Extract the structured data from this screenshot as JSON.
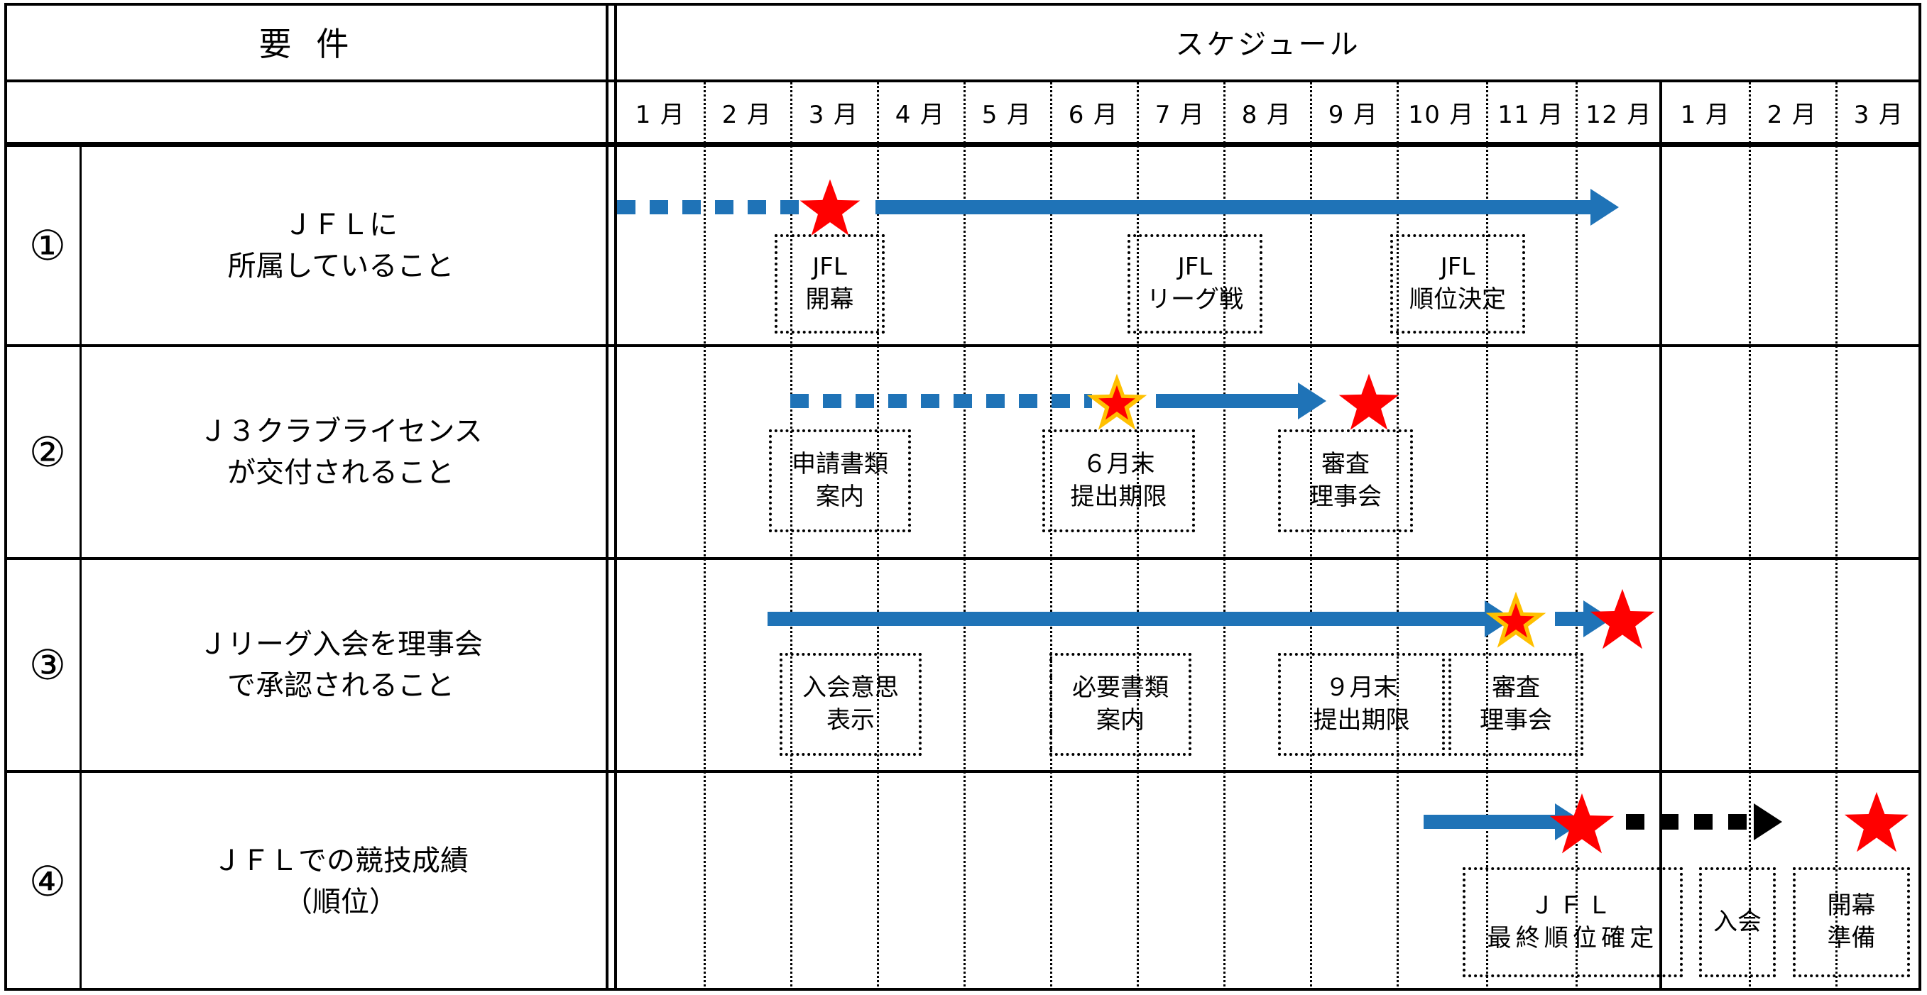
{
  "header": {
    "requirement_title": "要  件",
    "schedule_title": "スケジュール"
  },
  "months": [
    {
      "label": "1 月",
      "year": 1
    },
    {
      "label": "2 月",
      "year": 1
    },
    {
      "label": "3 月",
      "year": 1
    },
    {
      "label": "4 月",
      "year": 1
    },
    {
      "label": "5 月",
      "year": 1
    },
    {
      "label": "6 月",
      "year": 1
    },
    {
      "label": "7 月",
      "year": 1
    },
    {
      "label": "8 月",
      "year": 1
    },
    {
      "label": "9 月",
      "year": 1
    },
    {
      "label": "10 月",
      "year": 1
    },
    {
      "label": "11 月",
      "year": 1
    },
    {
      "label": "12 月",
      "year": 1
    },
    {
      "label": "1 月",
      "year": 2
    },
    {
      "label": "2 月",
      "year": 2
    },
    {
      "label": "3 月",
      "year": 2
    }
  ],
  "rows": [
    {
      "number": "①",
      "line1": "ＪＦＬに",
      "line2": "所属していること",
      "labels": [
        {
          "l1": "JFL",
          "l2": "開幕"
        },
        {
          "l1": "JFL",
          "l2": "リーグ戦"
        },
        {
          "l1": "JFL",
          "l2": "順位決定"
        }
      ]
    },
    {
      "number": "②",
      "line1": "Ｊ３クラブライセンス",
      "line2": "が交付されること",
      "labels": [
        {
          "l1": "申請書類",
          "l2": "案内"
        },
        {
          "l1": "６月末",
          "l2": "提出期限"
        },
        {
          "l1": "審査",
          "l2": "理事会"
        }
      ]
    },
    {
      "number": "③",
      "line1": "Ｊリーグ入会を理事会",
      "line2": "で承認されること",
      "labels": [
        {
          "l1": "入会意思",
          "l2": "表示"
        },
        {
          "l1": "必要書類",
          "l2": "案内"
        },
        {
          "l1": "９月末",
          "l2": "提出期限"
        },
        {
          "l1": "審査",
          "l2": "理事会"
        }
      ]
    },
    {
      "number": "④",
      "line1": "ＪＦＬでの競技成績",
      "line2": "（順位）",
      "labels": [
        {
          "l1": "ＪＦＬ",
          "l2": "最終順位確定"
        },
        {
          "l1": "入会",
          "l2": ""
        },
        {
          "l1": "開幕",
          "l2": "準備"
        }
      ]
    }
  ],
  "colors": {
    "bar_blue": "#1F73B7",
    "star_red": "#FF0000",
    "star_gold": "#FFC000",
    "grid_black": "#000000"
  },
  "chart_data": {
    "type": "gantt",
    "title": "スケジュール",
    "categories": [
      "①ＪＦＬに所属していること",
      "②Ｊ３クラブライセンスが交付されること",
      "③Ｊリーグ入会を理事会で承認されること",
      "④ＪＦＬでの競技成績（順位）"
    ],
    "x_ticks": [
      "1 月",
      "2 月",
      "3 月",
      "4 月",
      "5 月",
      "6 月",
      "7 月",
      "8 月",
      "9 月",
      "10 月",
      "11 月",
      "12 月",
      "1 月",
      "2 月",
      "3 月"
    ],
    "series": [
      {
        "name": "①ＪＦＬに所属していること",
        "segments": [
          {
            "style": "dotted-blue",
            "start_month": 1.0,
            "end_month": 3.2
          },
          {
            "style": "solid-blue-arrow",
            "start_month": 3.5,
            "end_month": 12.9
          }
        ],
        "milestones": [
          {
            "style": "red-star",
            "month": 3.3,
            "label": "JFL 開幕"
          },
          {
            "style": "label-only",
            "month": 7.0,
            "label": "JFL リーグ戦"
          },
          {
            "style": "label-only",
            "month": 10.9,
            "label": "JFL 順位決定"
          }
        ]
      },
      {
        "name": "②Ｊ３クラブライセンスが交付されること",
        "segments": [
          {
            "style": "dotted-blue",
            "start_month": 3.0,
            "end_month": 6.4
          },
          {
            "style": "solid-blue-arrow",
            "start_month": 6.8,
            "end_month": 8.8
          }
        ],
        "milestones": [
          {
            "style": "gold-star",
            "month": 6.5,
            "label": "６月末 提出期限"
          },
          {
            "style": "red-star",
            "month": 9.2,
            "label": "審査 理事会"
          },
          {
            "style": "label-only",
            "month": 3.6,
            "label": "申請書類 案内"
          }
        ]
      },
      {
        "name": "③Ｊリーグ入会を理事会で承認されること",
        "segments": [
          {
            "style": "solid-blue-arrow",
            "start_month": 2.8,
            "end_month": 9.4
          },
          {
            "style": "solid-blue-arrow-short",
            "start_month": 9.9,
            "end_month": 10.3
          }
        ],
        "milestones": [
          {
            "style": "label-only",
            "month": 3.6,
            "label": "入会意思 表示"
          },
          {
            "style": "label-only",
            "month": 6.6,
            "label": "必要書類 案内"
          },
          {
            "style": "gold-star",
            "month": 9.5,
            "label": "９月末 提出期限"
          },
          {
            "style": "red-star",
            "month": 10.5,
            "label": "審査 理事会"
          }
        ]
      },
      {
        "name": "④ＪＦＬでの競技成績（順位）",
        "segments": [
          {
            "style": "solid-blue-arrow",
            "start_month": 10.3,
            "end_month": 11.8
          },
          {
            "style": "dotted-black-arrow",
            "start_month": 12.1,
            "end_month": 13.1
          }
        ],
        "milestones": [
          {
            "style": "red-star",
            "month": 11.9,
            "label": "ＪＦＬ 最終順位確定"
          },
          {
            "style": "label-only",
            "month": 13.3,
            "label": "入会"
          },
          {
            "style": "red-star",
            "month": 14.9,
            "label": "開幕 準備"
          }
        ]
      }
    ]
  }
}
